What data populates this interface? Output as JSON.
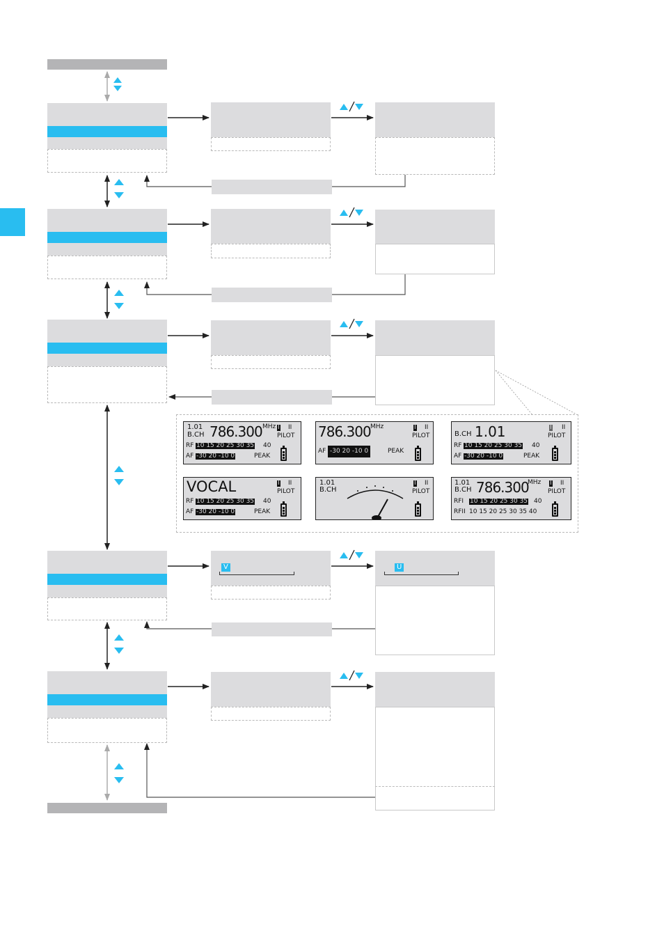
{
  "colors": {
    "accent": "#29bdf0",
    "block_grey": "#dcdcde",
    "dark_grey": "#b4b4b6",
    "lcd_bg": "#dcdcde"
  },
  "displays": [
    {
      "line1": "1.01",
      "line2": "B.CH",
      "big": "786.300",
      "unit": "MHz",
      "ch1": "I",
      "ch2": "II",
      "pilot": "PILOT",
      "rf_label": "RF",
      "rf_scale": "10 15 20 25 30 35",
      "rf_end": "40",
      "af_label": "AF",
      "af_scale": "-30  20 -10    0",
      "peak": "PEAK"
    },
    {
      "big": "786.300",
      "unit": "MHz",
      "ch1": "I",
      "ch2": "II",
      "pilot": "PILOT",
      "af_label": "AF",
      "af_scale": "-30   20 -10     0",
      "peak": "PEAK"
    },
    {
      "small": "B.CH",
      "big": "1.01",
      "ch1": "I",
      "ch2": "II",
      "pilot": "PILOT",
      "rf_label": "RF",
      "rf_scale": "10 15 20 25 30 35",
      "rf_end": "40",
      "af_label": "AF",
      "af_scale": "-30  20 -10    0",
      "peak": "PEAK"
    },
    {
      "big": "VOCAL",
      "ch1": "I",
      "ch2": "II",
      "pilot": "PILOT",
      "rf_label": "RF",
      "rf_scale": "10 15 20 25 30 35",
      "rf_end": "40",
      "af_label": "AF",
      "af_scale": "-30  20 -10    0",
      "peak": "PEAK"
    },
    {
      "line1": "1.01",
      "line2": "B.CH",
      "ch1": "I",
      "ch2": "II",
      "pilot": "PILOT"
    },
    {
      "line1": "1.01",
      "line2": "B.CH",
      "big": "786.300",
      "unit": "MHz",
      "ch1": "I",
      "ch2": "II",
      "pilot": "PILOT",
      "rf1_label": "RFI",
      "rf1_scale": "10 15 20 25 30 35",
      "rf1_end": "40",
      "rf2_label": "RFII",
      "rf2_scale": "10 15 20 25 30 35 40"
    }
  ],
  "tags": {
    "left": "V",
    "right": "U"
  }
}
